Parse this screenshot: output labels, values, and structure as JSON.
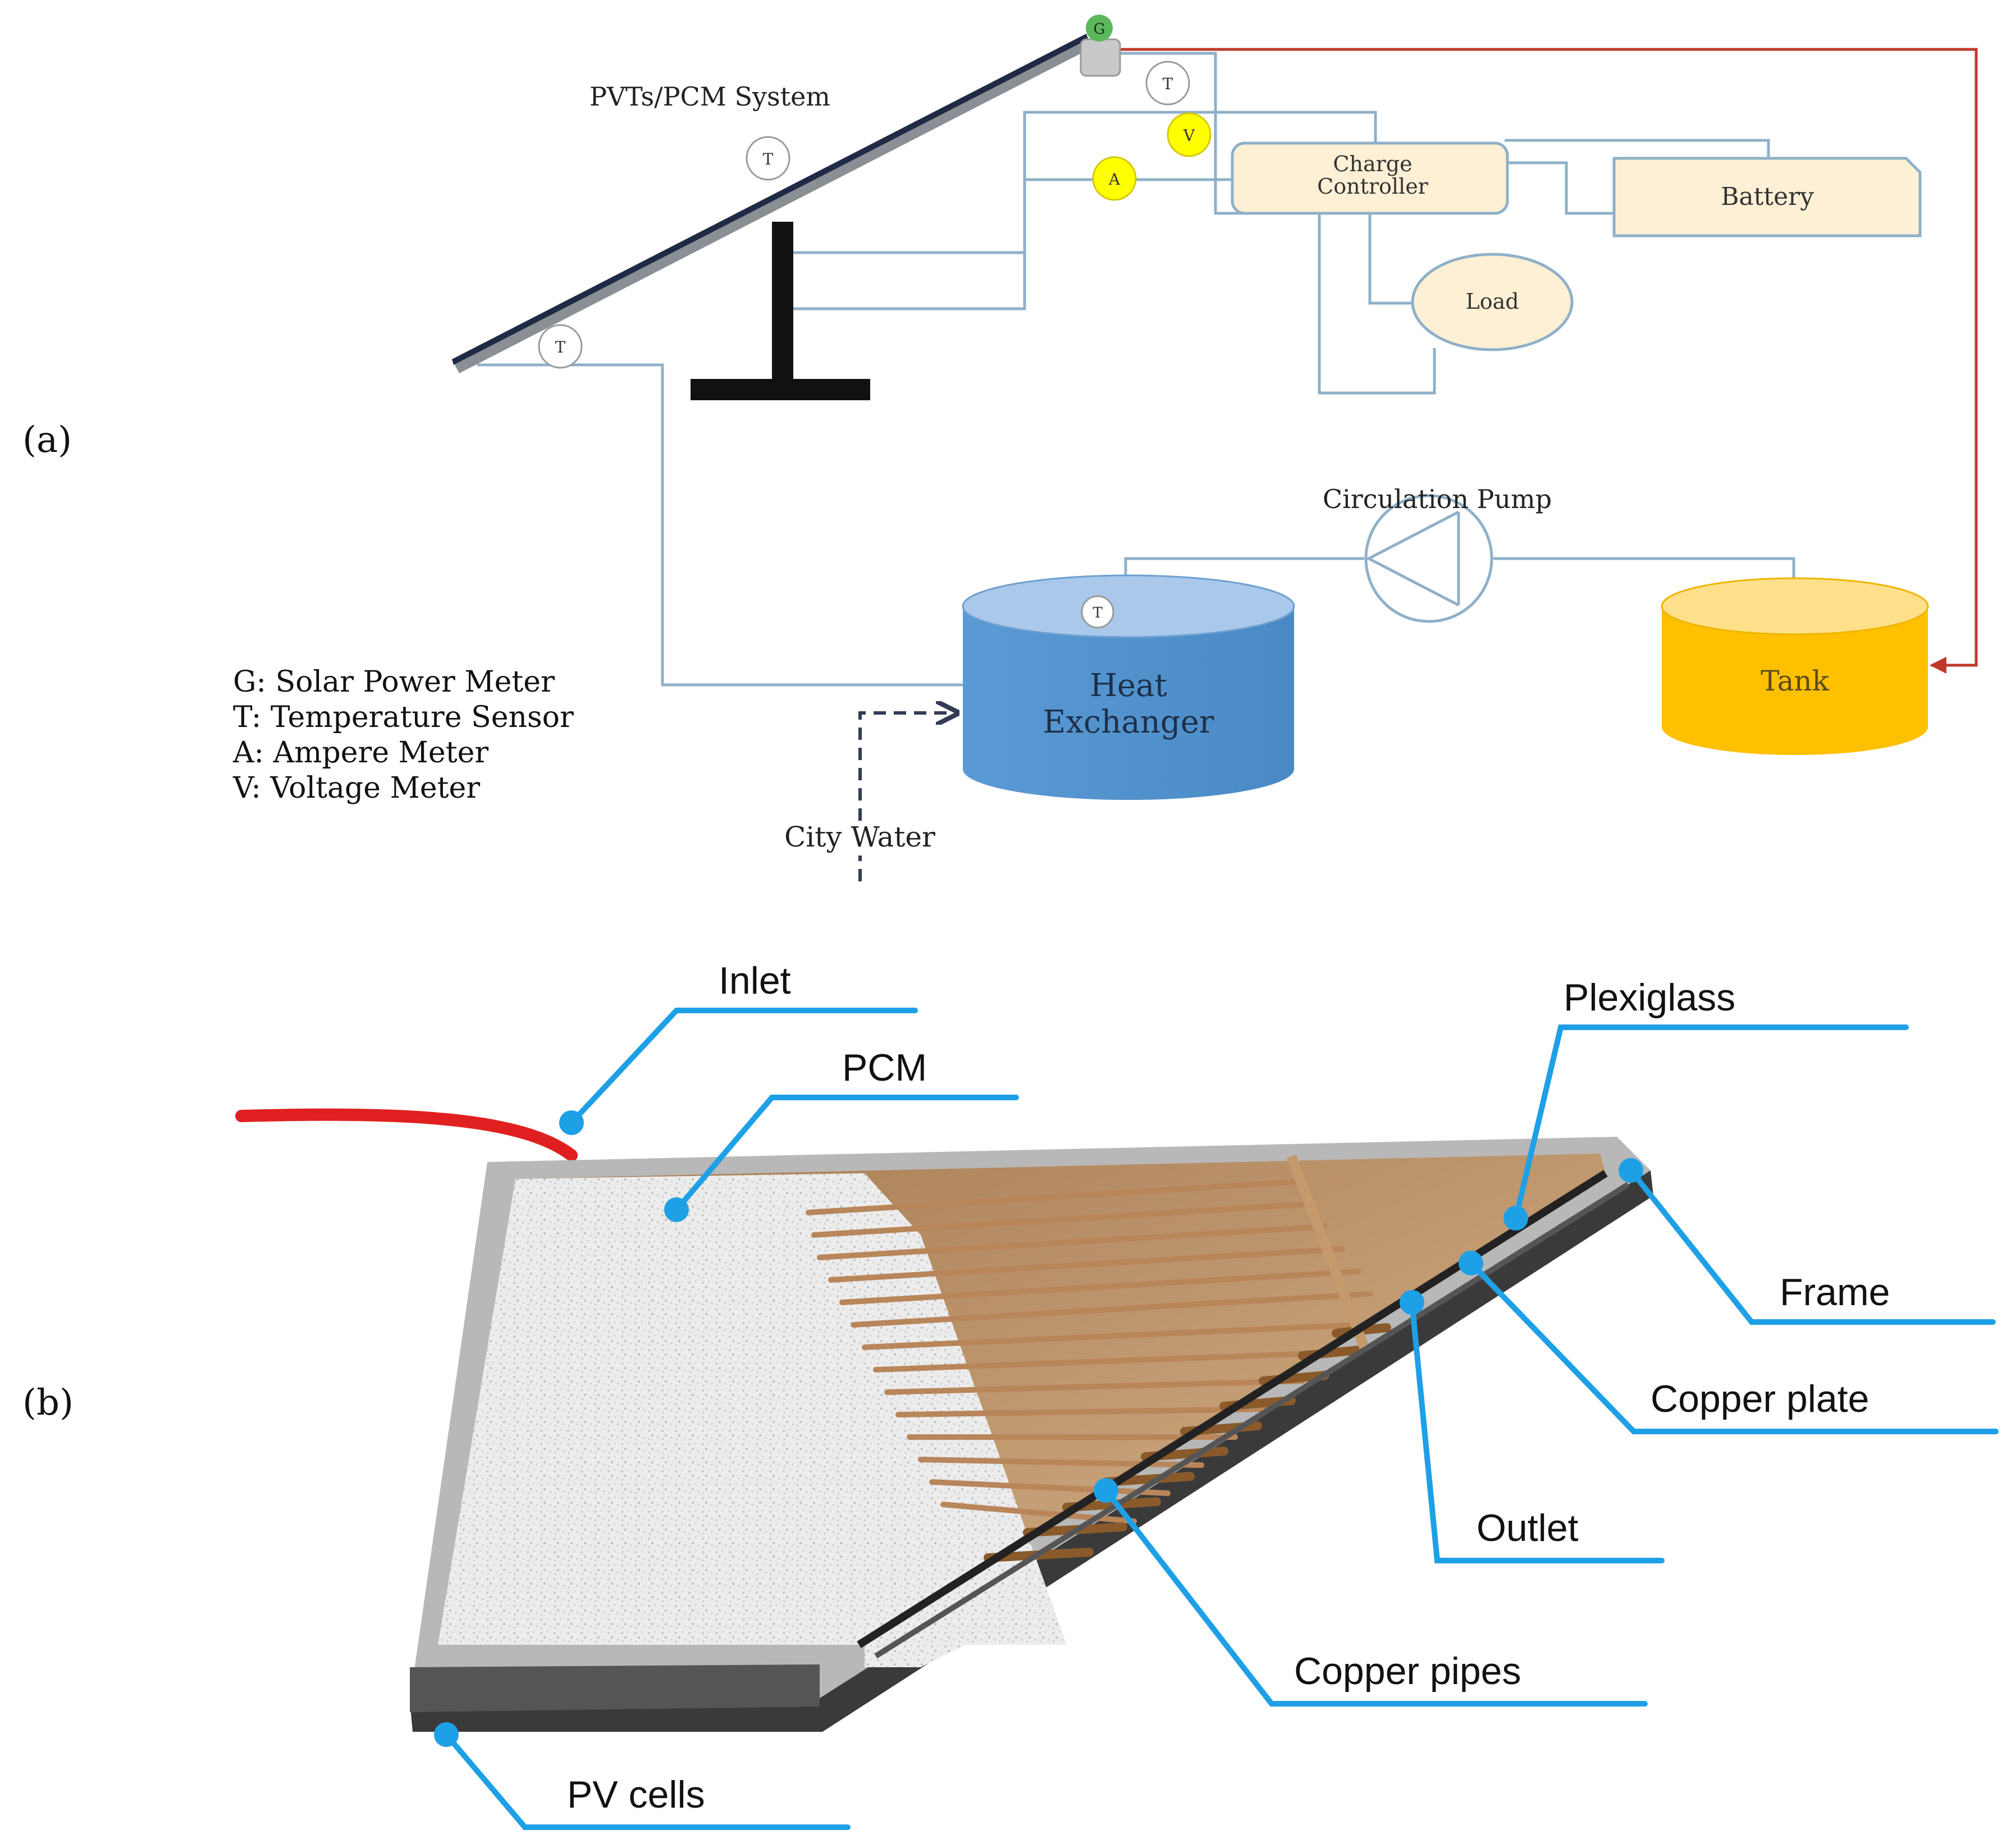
{
  "panel_a": {
    "label": "(a)",
    "system_title": "PVTs/PCM System",
    "circulation_pump": "Circulation Pump",
    "charge_controller": [
      "Charge",
      "Controller"
    ],
    "battery": "Battery",
    "load": "Load",
    "heat_exchanger": [
      "Heat",
      "Exchanger"
    ],
    "tank": "Tank",
    "city_water": "City Water",
    "sensor_letters": {
      "g": "G",
      "t": "T",
      "v": "V",
      "a": "A"
    },
    "legend": [
      "G: Solar Power Meter",
      "T: Temperature Sensor",
      "A: Ampere Meter",
      "V: Voltage Meter"
    ],
    "colors": {
      "wire": "#8fb0c8",
      "hot_line": "#c0392b",
      "heat_exchanger": "#5b9bd5",
      "tank": "#ffc000",
      "box_fill": "#fdf0d5",
      "meter_yellow": "#ffff00",
      "meter_green": "#5cb85c"
    }
  },
  "panel_b": {
    "label": "(b)",
    "callouts": {
      "inlet": "Inlet",
      "pcm": "PCM",
      "plexiglass": "Plexiglass",
      "frame": "Frame",
      "copper_plate": "Copper plate",
      "outlet": "Outlet",
      "copper_pipes": "Copper pipes",
      "pv_cells": "PV cells"
    },
    "colors": {
      "callout": "#1ea0e6",
      "inlet_pipe": "#e02020",
      "pcm": "#e6e6e6",
      "fin": "#c49a6c",
      "frame": "#b8b8b8"
    }
  }
}
